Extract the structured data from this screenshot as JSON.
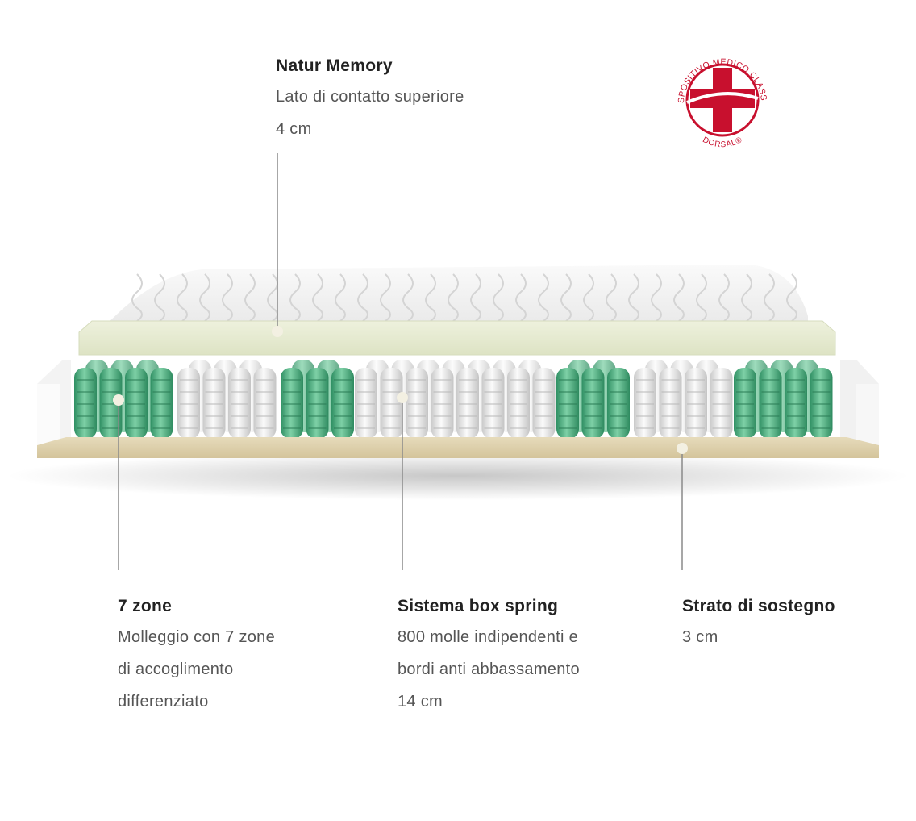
{
  "callouts": {
    "top": {
      "title": "Natur Memory",
      "lines": [
        "Lato di contatto superiore",
        "4 cm"
      ]
    },
    "zones": {
      "title": "7 zone",
      "lines": [
        "Molleggio con 7 zone",
        "di accoglimento",
        "differenziato"
      ]
    },
    "springs": {
      "title": "Sistema box spring",
      "lines": [
        "800 molle indipendenti e",
        "bordi anti abbassamento",
        "14 cm"
      ]
    },
    "base": {
      "title": "Strato di sostegno",
      "lines": [
        "3 cm"
      ]
    }
  },
  "badge": {
    "ring_text": "DISPOSITIVO MEDICO CLASSE I",
    "brand": "DORSAL®",
    "color": "#c8102e"
  },
  "colors": {
    "memory_foam": "#e6ebd2",
    "green_spring": "#5bb68a",
    "white_spring": "#eeeeee",
    "base_layer": "#e0d2ae",
    "quilted_top": "#f6f6f6",
    "leader_line": "#8a8a8a",
    "dot": "#f3f0e2"
  }
}
